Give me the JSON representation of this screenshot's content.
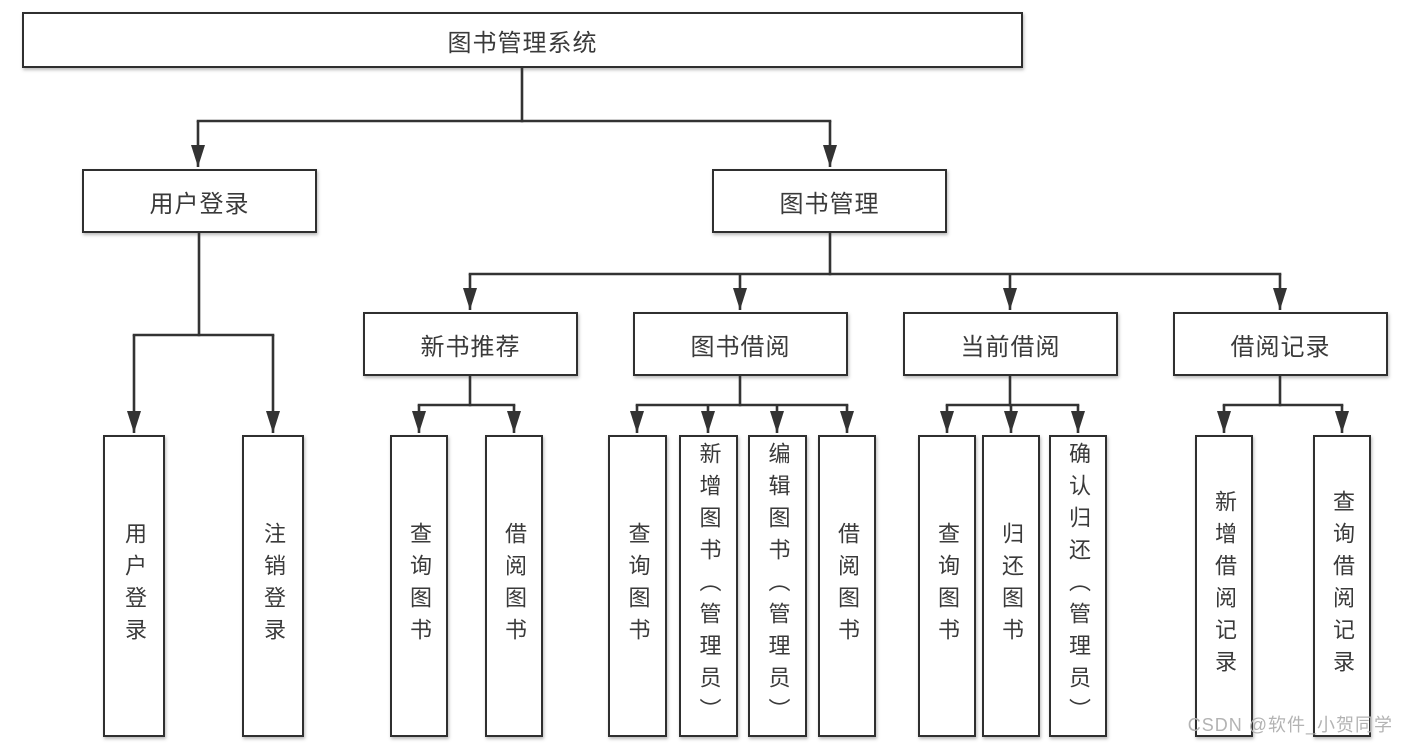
{
  "diagram": {
    "root": {
      "label": "图书管理系统"
    },
    "level2": [
      {
        "label": "用户登录"
      },
      {
        "label": "图书管理"
      }
    ],
    "level3": [
      {
        "label": "新书推荐"
      },
      {
        "label": "图书借阅"
      },
      {
        "label": "当前借阅"
      },
      {
        "label": "借阅记录"
      }
    ],
    "leaves": [
      {
        "label": "用户登录"
      },
      {
        "label": "注销登录"
      },
      {
        "label": "查询图书"
      },
      {
        "label": "借阅图书"
      },
      {
        "label": "查询图书"
      },
      {
        "label": "新增图书（管理员）"
      },
      {
        "label": "编辑图书（管理员）"
      },
      {
        "label": "借阅图书"
      },
      {
        "label": "查询图书"
      },
      {
        "label": "归还图书"
      },
      {
        "label": "确认归还（管理员）"
      },
      {
        "label": "新增借阅记录"
      },
      {
        "label": "查询借阅记录"
      }
    ],
    "watermark": "CSDN @软件_小贺同学",
    "colors": {
      "line": "#333333",
      "border": "#2f2f2f",
      "text": "#3a3a3a",
      "background": "#ffffff",
      "watermark": "#b3b3b3"
    }
  }
}
